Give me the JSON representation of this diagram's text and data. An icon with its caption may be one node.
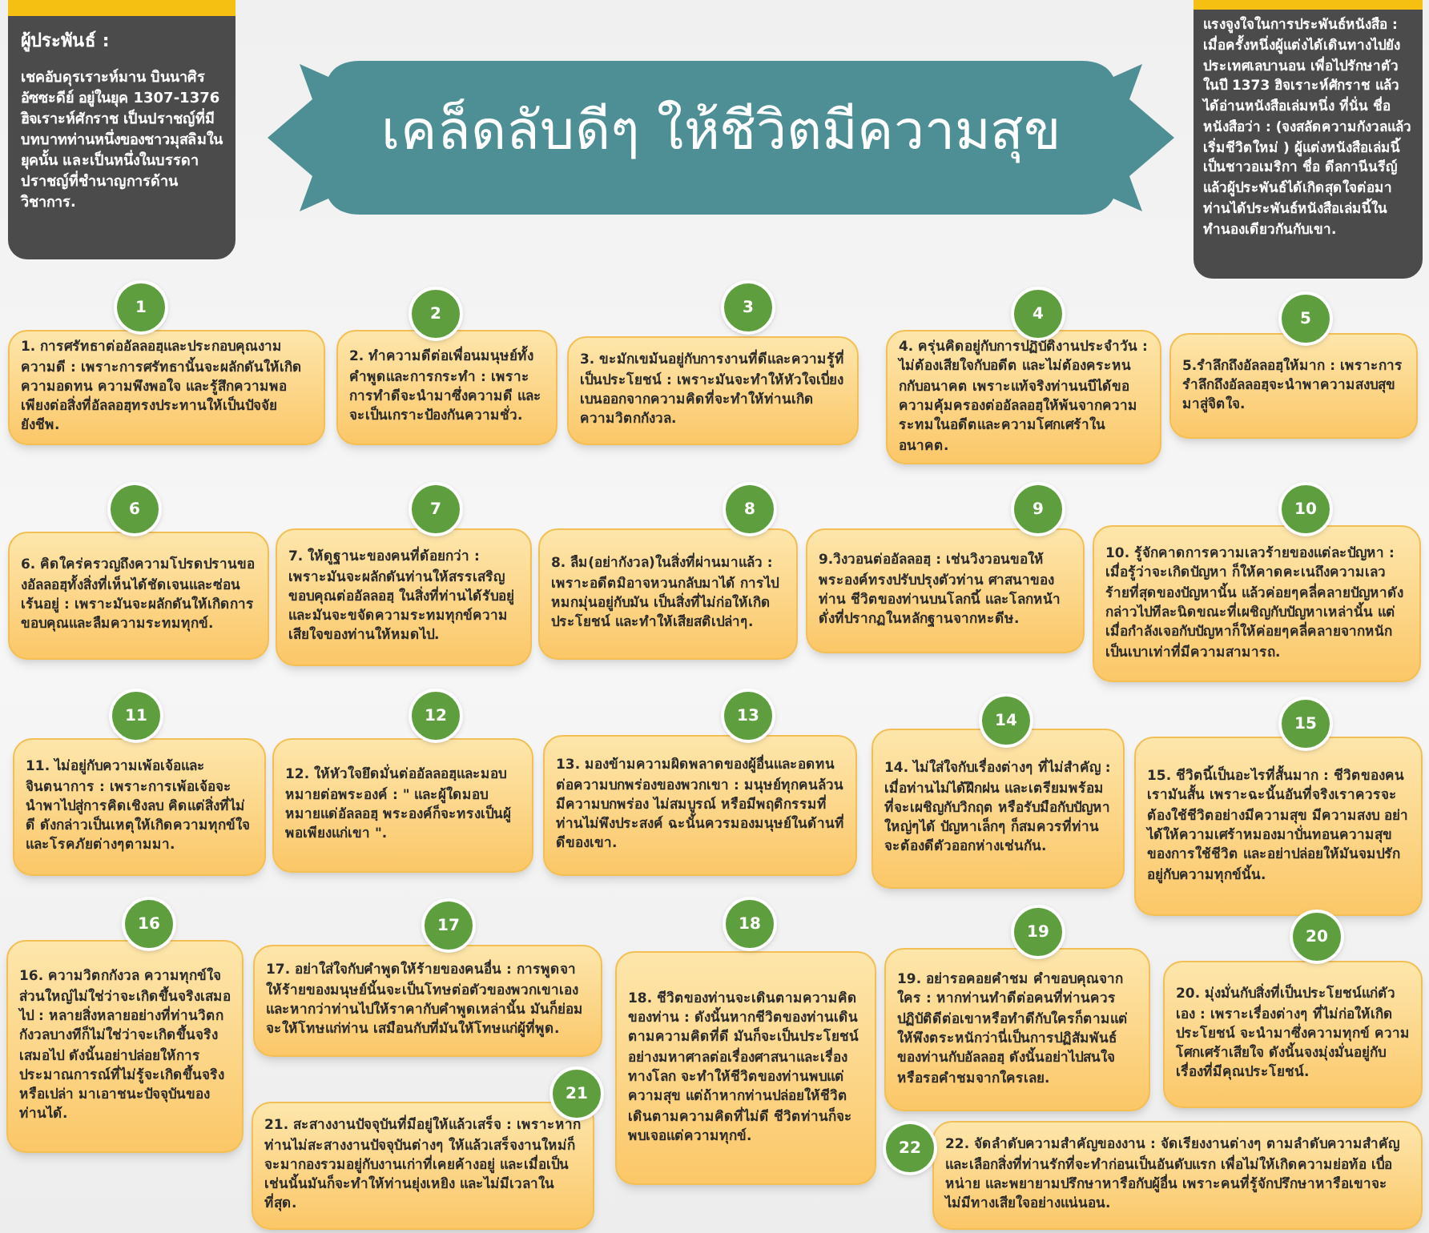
{
  "diagram": {
    "title": "เคล็ดลับดีๆ ให้ชีวิตมีความสุข",
    "nodes": [
      {
        "text": [
          "ผู้ประพันธ์ :",
          "เชคอับดุรเราะห์มาน บินนาศิรอัซซะดีย์ อยู่ในยุค 1307-1376 ฮิจเราะห์ศักราช เป็นปราชญ์ที่มีบทบาทท่านหนึ่งของชาวมุสลิมในยุคนั้น และเป็นหนึ่งในบรรดาปราชญ์ที่ชำนาญการด้านวิชาการ."
        ]
      },
      {
        "text": [],
        "shape": "banner"
      },
      {
        "text": [
          "แรงจูงใจในการประพันธ์หนังสือ : เมื่อครั้งหนึ่งผู้แต่งได้เดินทางไปยังประเทศเลบานอน เพื่อไปรักษาตัวในปี 1373 ฮิจเราะห์ศักราช แล้วได้อ่านหนังสือเล่มหนึ่ง ที่นั่น ชื่อหนังสือว่า : (จงสลัดความกังวลแล้วเริ่มชีวิตใหม่ ) ผู้แต่งหนังสือเล่มนี้เป็นชาวอเมริกา ชื่อ ดีลกานีนรีญ์ แล้วผู้ประพันธ์ได้เกิดสุดใจต่อมาท่านได้ประพันธ์หนังสือเล่มนี้ในทำนองเดียวกันกับเขา."
        ]
      },
      {
        "text": [
          "1"
        ]
      },
      {
        "text": [
          "1. การศรัทธาต่ออัลลอฮฺและประกอบคุณงามความดี : เพราะการศรัทธานั้นจะผลักดันให้เกิดความอดทน ความพึงพอใจ และรู้สึกความพอเพียงต่อสิ่งที่อัลลอฮฺทรงประทานให้เป็นปัจจัยยังชีพ."
        ]
      },
      {
        "text": [
          "2"
        ]
      },
      {
        "text": [
          "2. ทำความดีต่อเพื่อนมนุษย์ทั้งคำพูดและการกระทำ : เพราะการทำดีจะนำมาซึ่งความดี และจะเป็นเกราะป้องกันความชั่ว."
        ]
      },
      {
        "text": [
          "3"
        ]
      },
      {
        "text": [
          "3. ขะมักเขม้นอยู่กับการงานที่ดีและความรู้ที่เป็นประโยชน์ : เพราะมันจะทำให้หัวใจเบี่ยงเบนออกจากความคิดที่จะทำให้ท่านเกิดความวิตกกังวล."
        ]
      },
      {
        "text": [
          "4"
        ]
      },
      {
        "text": [
          "4. ครุ่นคิดอยู่กับการปฏิบัติงานประจำวัน : ไม่ต้องเสียใจกับอดีต และไม่ต้องคระหนกกับอนาคต เพราะแท้จริงท่านนบีได้ขอความคุ้มครองต่ออัลลอฮฺให้พ้นจากความระทมในอดีตและความโศกเศร้าในอนาคต."
        ]
      },
      {
        "text": [
          "5"
        ]
      },
      {
        "text": [
          "5.รำลึกถึงอัลลอฮฺให้มาก : เพราะการรำลึกถึงอัลลอฮฺจะนำพาความสงบสุขมาสู่จิตใจ."
        ]
      },
      {
        "text": [
          "6"
        ]
      },
      {
        "text": [
          "6. คิดใคร่ครวญถึงความโปรดปรานของอัลลอฮฺทั้งสิ่งที่เห็นได้ชัดเจนและซ่อนเร้นอยู่ : เพราะมันจะผลักดันให้เกิดการขอบคุณและลืมความระทมทุกข์."
        ]
      },
      {
        "text": [
          "7"
        ]
      },
      {
        "text": [
          "7. ให้ดูฐานะของคนที่ด้อยกว่า : เพราะมันจะผลักดันท่านให้สรรเสริญขอบคุณต่ออัลลอฮฺ ในสิ่งที่ท่านได้รับอยู่ และมันจะขจัดความระทมทุกข์ความเสียใจของท่านให้หมดไป."
        ]
      },
      {
        "text": [
          "8"
        ]
      },
      {
        "text": [
          "8. ลืม(อย่ากังวล)ในสิ่งที่ผ่านมาแล้ว : เพราะอดีตมิอาจหวนกลับมาได้ การไปหมกมุ่นอยู่กับมัน เป็นสิ่งที่ไม่ก่อให้เกิดประโยชน์ และทำให้เสียสติเปล่าๆ."
        ]
      },
      {
        "text": [
          "9"
        ]
      },
      {
        "text": [
          "9.วิงวอนต่ออัลลอฮฺ : เช่นวิงวอนขอให้พระองค์ทรงปรับปรุงตัวท่าน ศาสนาของท่าน ชีวิตของท่านบนโลกนี้ และโลกหน้าดั่งที่ปรากฏในหลักฐานจากหะดีษ."
        ]
      },
      {
        "text": [
          "10"
        ]
      },
      {
        "text": [
          "10. รู้จักคาดการความเลวร้ายของแต่ละปัญหา : เมื่อรู้ว่าจะเกิดปัญหา ก็ให้คาดคะเนถึงความเลวร้ายที่สุดของปัญหานั้น แล้วค่อยๆคลี่คลายปัญหาดังกล่าวไปทีละนิดขณะที่เผชิญกับปัญหาเหล่านั้น แต่เมื่อกำลังเจอกับปัญหาก็ให้ค่อยๆคลี่คลายจากหนักเป็นเบาเท่าที่มีความสามารถ."
        ]
      },
      {
        "text": [
          "11"
        ]
      },
      {
        "text": [
          "11. ไม่อยู่กับความเพ้อเจ้อและจินตนาการ : เพราะการเพ้อเจ้อจะนำพาไปสู่การคิดเชิงลบ คิดแต่สิ่งที่ไม่ดี ดังกล่าวเป็นเหตุให้เกิดความทุกข์ใจและโรคภัยต่างๆตามมา."
        ]
      },
      {
        "text": [
          "12"
        ]
      },
      {
        "text": [
          "12. ให้หัวใจยึดมั่นต่ออัลลอฮฺและมอบหมายต่อพระองค์ : \" และผู้ใดมอบหมายแด่อัลลอฮฺ พระองค์ก็จะทรงเป็นผู้พอเพียงแก่เขา \"."
        ]
      },
      {
        "text": [
          "13"
        ]
      },
      {
        "text": [
          "13. มองข้ามความผิดพลาดของผู้อื่นและอดทนต่อความบกพร่องของพวกเขา : มนุษย์ทุกคนล้วนมีความบกพร่อง ไม่สมบูรณ์ หรือมีพฤติกรรมที่ท่านไม่พึงประสงค์ ฉะนั้นควรมองมนุษย์ในด้านที่ดีของเขา."
        ]
      },
      {
        "text": [
          "14"
        ]
      },
      {
        "text": [
          "14. ไม่ใส่ใจกับเรื่องต่างๆ ที่ไม่สำคัญ : เมื่อท่านไม่ได้ฝึกฝน และเตรียมพร้อมที่จะเผชิญกับวิกฤต หรือรับมือกับปัญหาใหญ่ๆได้ ปัญหาเล็กๆ ก็สมควรที่ท่านจะต้องดีตัวออกห่างเช่นกัน."
        ]
      },
      {
        "text": [
          "15"
        ]
      },
      {
        "text": [
          "15. ชีวิตนี้เป็นอะไรที่สั้นมาก : ชีวิตของคนเรามันสั้น เพราะฉะนั้นอันที่จริงเราควรจะต้องใช้ชีวิตอย่างมีความสุข มีความสงบ อย่าได้ให้ความเศร้าหมองมาบั่นทอนความสุขของการใช้ชีวิต และอย่าปล่อยให้มันจมปรักอยู่กับความทุกข์นั้น."
        ]
      },
      {
        "text": [
          "16"
        ]
      },
      {
        "text": [
          "16. ความวิตกกังวล ความทุกข์ใจส่วนใหญ่ไม่ใช่ว่าจะเกิดขึ้นจริงเสมอไป : หลายสิ่งหลายอย่างที่ท่านวิตกกังวลบางทีก็ไม่ใช่ว่าจะเกิดขึ้นจริงเสมอไป ดังนั้นอย่าปล่อยให้การประมาณการณ์ที่ไม่รู้จะเกิดขึ้นจริงหรือเปล่า มาเอาชนะปัจจุบันของท่านได้."
        ]
      },
      {
        "text": [
          "17"
        ]
      },
      {
        "text": [
          "17. อย่าใส่ใจกับคำพูดให้ร้ายของคนอื่น : การพูดจาให้ร้ายของมนุษย์นั้นจะเป็นโทษต่อตัวของพวกเขาเอง และหากว่าท่านไปให้ราคากับคำพูดเหล่านั้น มันก็ย่อมจะให้โทษแก่ท่าน เสมือนกับที่มันให้โทษแก่ผู้ที่พูด."
        ]
      },
      {
        "text": [
          "18"
        ]
      },
      {
        "text": [
          "18. ชีวิตของท่านจะเดินตามความคิดของท่าน : ดังนั้นหากชีวิตของท่านเดินตามความคิดที่ดี มันก็จะเป็นประโยชน์อย่างมหาศาลต่อเรื่องศาสนาและเรื่องทางโลก จะทำให้ชีวิตของท่านพบแต่ความสุข แต่ถ้าหากท่านปล่อยให้ชีวิตเดินตามความคิดที่ไม่ดี ชีวิตท่านก็จะพบเจอแต่ความทุกข์."
        ]
      },
      {
        "text": [
          "19"
        ]
      },
      {
        "text": [
          "19. อย่ารอคอยคำชม คำขอบคุณจากใคร : หากท่านทำดีต่อคนที่ท่านควรปฏิบัติดีต่อเขาหรือทำดีกับใครก็ตามแต่ให้พึงตระหนักว่านี่เป็นการปฏิสัมพันธ์ของท่านกับอัลลอฮฺ ดังนั้นอย่าไปสนใจหรือรอคำชมจากใครเลย."
        ]
      },
      {
        "text": [
          "20"
        ]
      },
      {
        "text": [
          "20. มุ่งมั่นกับสิ่งที่เป็นประโยชน์แก่ตัวเอง : เพราะเรื่องต่างๆ ที่ไม่ก่อให้เกิดประโยชน์ จะนำมาซึ่งความทุกข์ ความโศกเศร้าเสียใจ ดังนั้นจงมุ่งมั่นอยู่กับเรื่องที่มีคุณประโยชน์."
        ]
      },
      {
        "text": [
          "21"
        ]
      },
      {
        "text": [
          "21. สะสางงานปัจจุบันที่มีอยู่ให้แล้วเสร็จ : เพราะหากท่านไม่สะสางงานปัจจุบันต่างๆ ให้แล้วเสร็จงานใหม่ก็จะมากองรวมอยู่กับงานเก่าที่เคยค้างอยู่ และเมื่อเป็นเช่นนั้นมันก็จะทำให้ท่านยุ่งเหยิง และไม่มีเวลาในที่สุด."
        ]
      },
      {
        "text": [
          "22"
        ]
      },
      {
        "text": [
          "22. จัดลำดับความสำคัญของงาน : จัดเรียงงานต่างๆ ตามลำดับความสำคัญ และเลือกสิ่งที่ท่านรักที่จะทำก่อนเป็นอันดับแรก เพื่อไม่ให้เกิดความย่อท้อ เบื่อหน่าย และพยายามปรึกษาหารือกับผู้อื่น เพราะคนที่รู้จักปรึกษาหารือเขาจะไม่มีทางเสียใจอย่างแน่นอน."
        ]
      }
    ],
    "edges": []
  }
}
